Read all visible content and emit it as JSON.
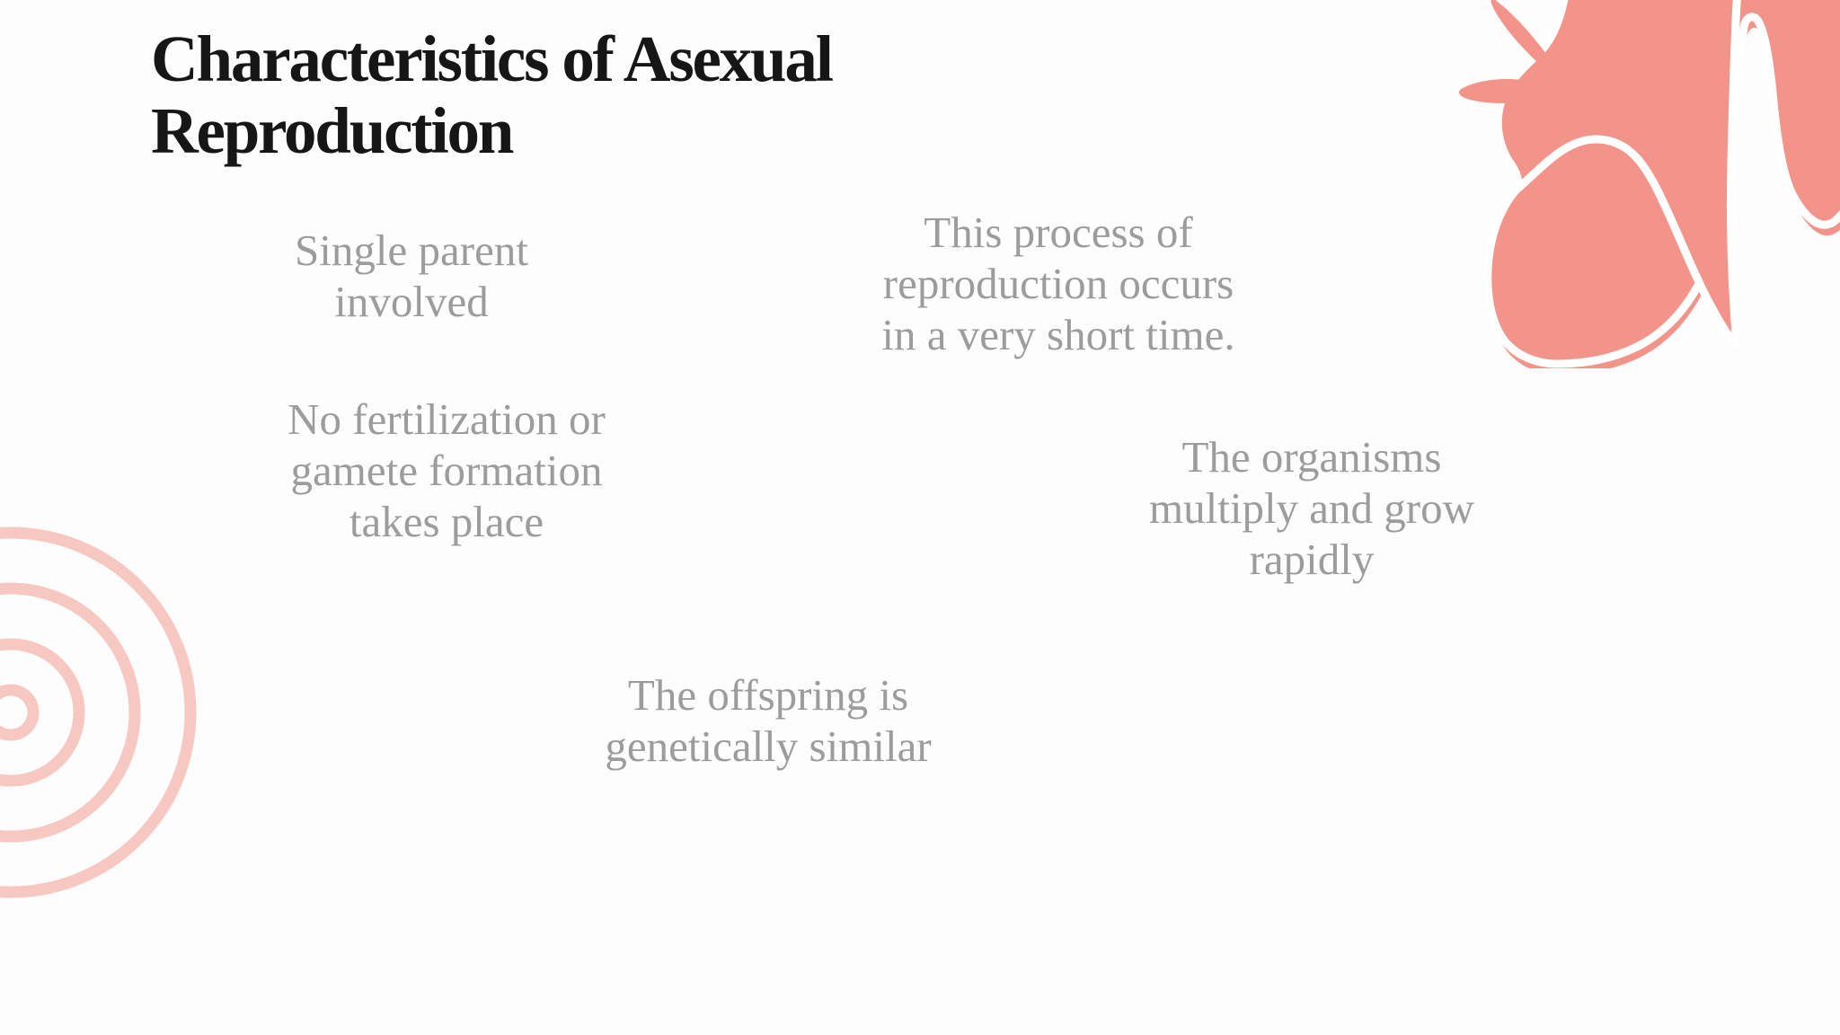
{
  "slide": {
    "title": {
      "text": "Characteristics of Asexual Reproduction",
      "lines": [
        "Characteristics of Asexual",
        "Reproduction"
      ]
    },
    "characteristics": [
      {
        "text": "Single parent involved",
        "lines": [
          "Single parent",
          "involved"
        ]
      },
      {
        "text": "No fertilization or gamete formation takes place",
        "lines": [
          "No fertilization or",
          "gamete formation",
          "takes place"
        ]
      },
      {
        "text": "This process of reproduction occurs in a very short time.",
        "lines": [
          "This process of",
          "reproduction occurs",
          "in a very short time."
        ]
      },
      {
        "text": "The organisms multiply and grow rapidly",
        "lines": [
          "The organisms",
          "multiply and grow",
          "rapidly"
        ]
      },
      {
        "text": "The offspring is genetically similar",
        "lines": [
          "The offspring is",
          "genetically similar"
        ]
      }
    ],
    "decorations": {
      "top_right": "paint-drip-blob",
      "bottom_left": "concentric-rings"
    },
    "colors": {
      "background": "#fefdfd",
      "title_text": "#161616",
      "body_text": "#9c9c9c",
      "blob_pink": "#f2948a",
      "ring_pink": "#f6c8c1",
      "highlight_white": "#ffffff"
    }
  }
}
